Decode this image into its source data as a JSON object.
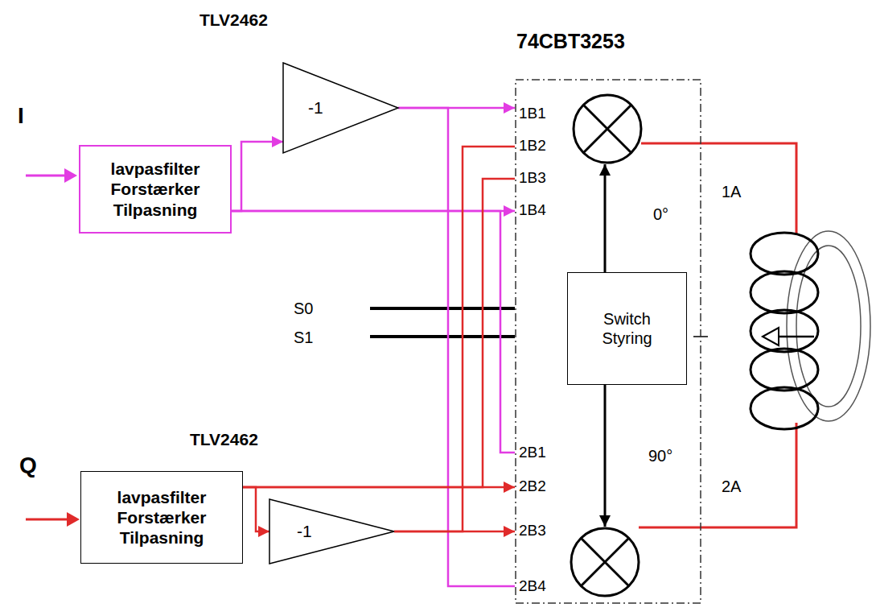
{
  "diagram": {
    "nodes": [
      {
        "text": [
          "lavpasfilter Forstærker Tilpasning"
        ]
      },
      {
        "text": [
          "-1"
        ]
      },
      {
        "text": [
          "74CBT3253"
        ]
      },
      {
        "text": [
          "Switch Styring"
        ],
        "in": 2
      },
      {
        "text": [
          "lavpasfilter Forstærker Tilpasning"
        ]
      },
      {
        "text": [
          "-1"
        ]
      }
    ],
    "edges": [
      {
        "from": 0,
        "to": 1,
        "arrow": "to"
      },
      {
        "from": 0,
        "to": 2,
        "arrow": "to"
      },
      {
        "from": 0,
        "to": 2,
        "arrow": "none"
      },
      {
        "from": 1,
        "to": 2,
        "arrow": "to"
      },
      {
        "from": 1,
        "to": 2,
        "arrow": "none"
      },
      {
        "from": 4,
        "to": 2,
        "arrow": "to"
      },
      {
        "from": 4,
        "to": 2,
        "arrow": "none"
      },
      {
        "from": 4,
        "to": 5,
        "arrow": "to"
      },
      {
        "from": 5,
        "to": 2,
        "arrow": "to"
      },
      {
        "from": 5,
        "to": 2,
        "arrow": "none"
      }
    ],
    "labels": [
      "I",
      "TLV2462",
      "1B1",
      "1B2",
      "1B3",
      "1B4",
      "0°",
      "1A",
      "S0",
      "S1",
      "TLV2462",
      "Q",
      "2B1",
      "2B2",
      "2B3",
      "2B4",
      "90°",
      "2A"
    ]
  }
}
